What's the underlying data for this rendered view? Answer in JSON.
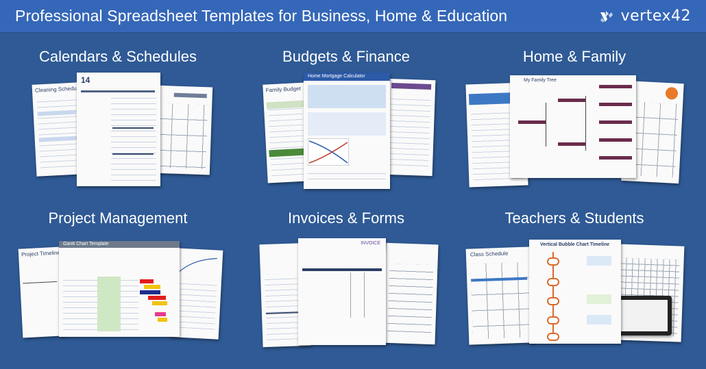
{
  "banner": {
    "title": "Professional Spreadsheet Templates for Business, Home & Education",
    "logo_text": "vertex42",
    "logo_icon": "vertex42-logo-icon"
  },
  "categories": [
    {
      "title": "Calendars & Schedules"
    },
    {
      "title": "Budgets & Finance"
    },
    {
      "title": "Home & Family"
    },
    {
      "title": "Project Management"
    },
    {
      "title": "Invoices & Forms"
    },
    {
      "title": "Teachers & Students"
    }
  ],
  "thumb_labels": {
    "cleaning": "Cleaning Schedule",
    "daily_num": "14",
    "family_budget": "Family Budget",
    "mortgage": "Home Mortgage Calculator",
    "family_tree": "My Family Tree",
    "project_timeline": "Project Timeline",
    "gantt": "Gantt Chart Template",
    "invoice": "INVOICE",
    "class_schedule": "Class Schedule",
    "bubble_timeline": "Vertical Bubble Chart Timeline"
  },
  "colors": {
    "background": "#2f5a95",
    "banner": "#3567b8"
  }
}
